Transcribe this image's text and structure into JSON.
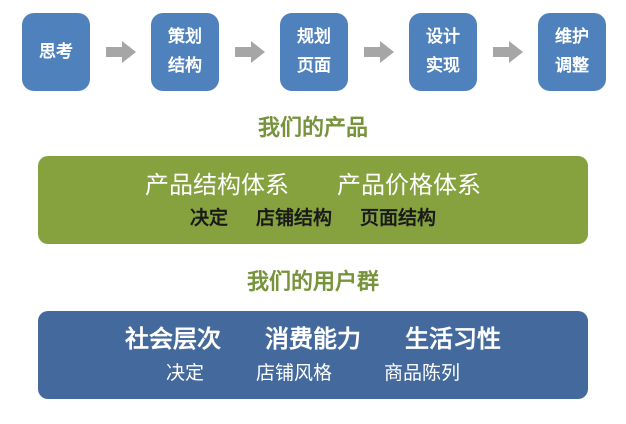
{
  "flow": {
    "steps": [
      {
        "lines": [
          "思考"
        ]
      },
      {
        "lines": [
          "策划",
          "结构"
        ]
      },
      {
        "lines": [
          "规划",
          "页面"
        ]
      },
      {
        "lines": [
          "设计",
          "实现"
        ]
      },
      {
        "lines": [
          "维护",
          "调整"
        ]
      }
    ]
  },
  "products": {
    "heading": "我们的产品",
    "row1": {
      "item1": "产品结构体系",
      "item2": "产品价格体系"
    },
    "row2": {
      "item1": "决定",
      "item2": "店铺结构",
      "item3": "页面结构"
    }
  },
  "users": {
    "heading": "我们的用户群",
    "row1": {
      "item1": "社会层次",
      "item2": "消费能力",
      "item3": "生活习性"
    },
    "row2": {
      "item1": "决定",
      "item2": "店铺风格",
      "item3": "商品陈列"
    }
  },
  "colors": {
    "step_box_blue": "#4f81bd",
    "arrow_gray": "#a6a6a6",
    "heading_green": "#77933c",
    "product_box_green": "#85a23e",
    "user_box_blue": "#44699d",
    "product_row2_text": "#1a1a1a",
    "box_text_white": "#ffffff"
  }
}
